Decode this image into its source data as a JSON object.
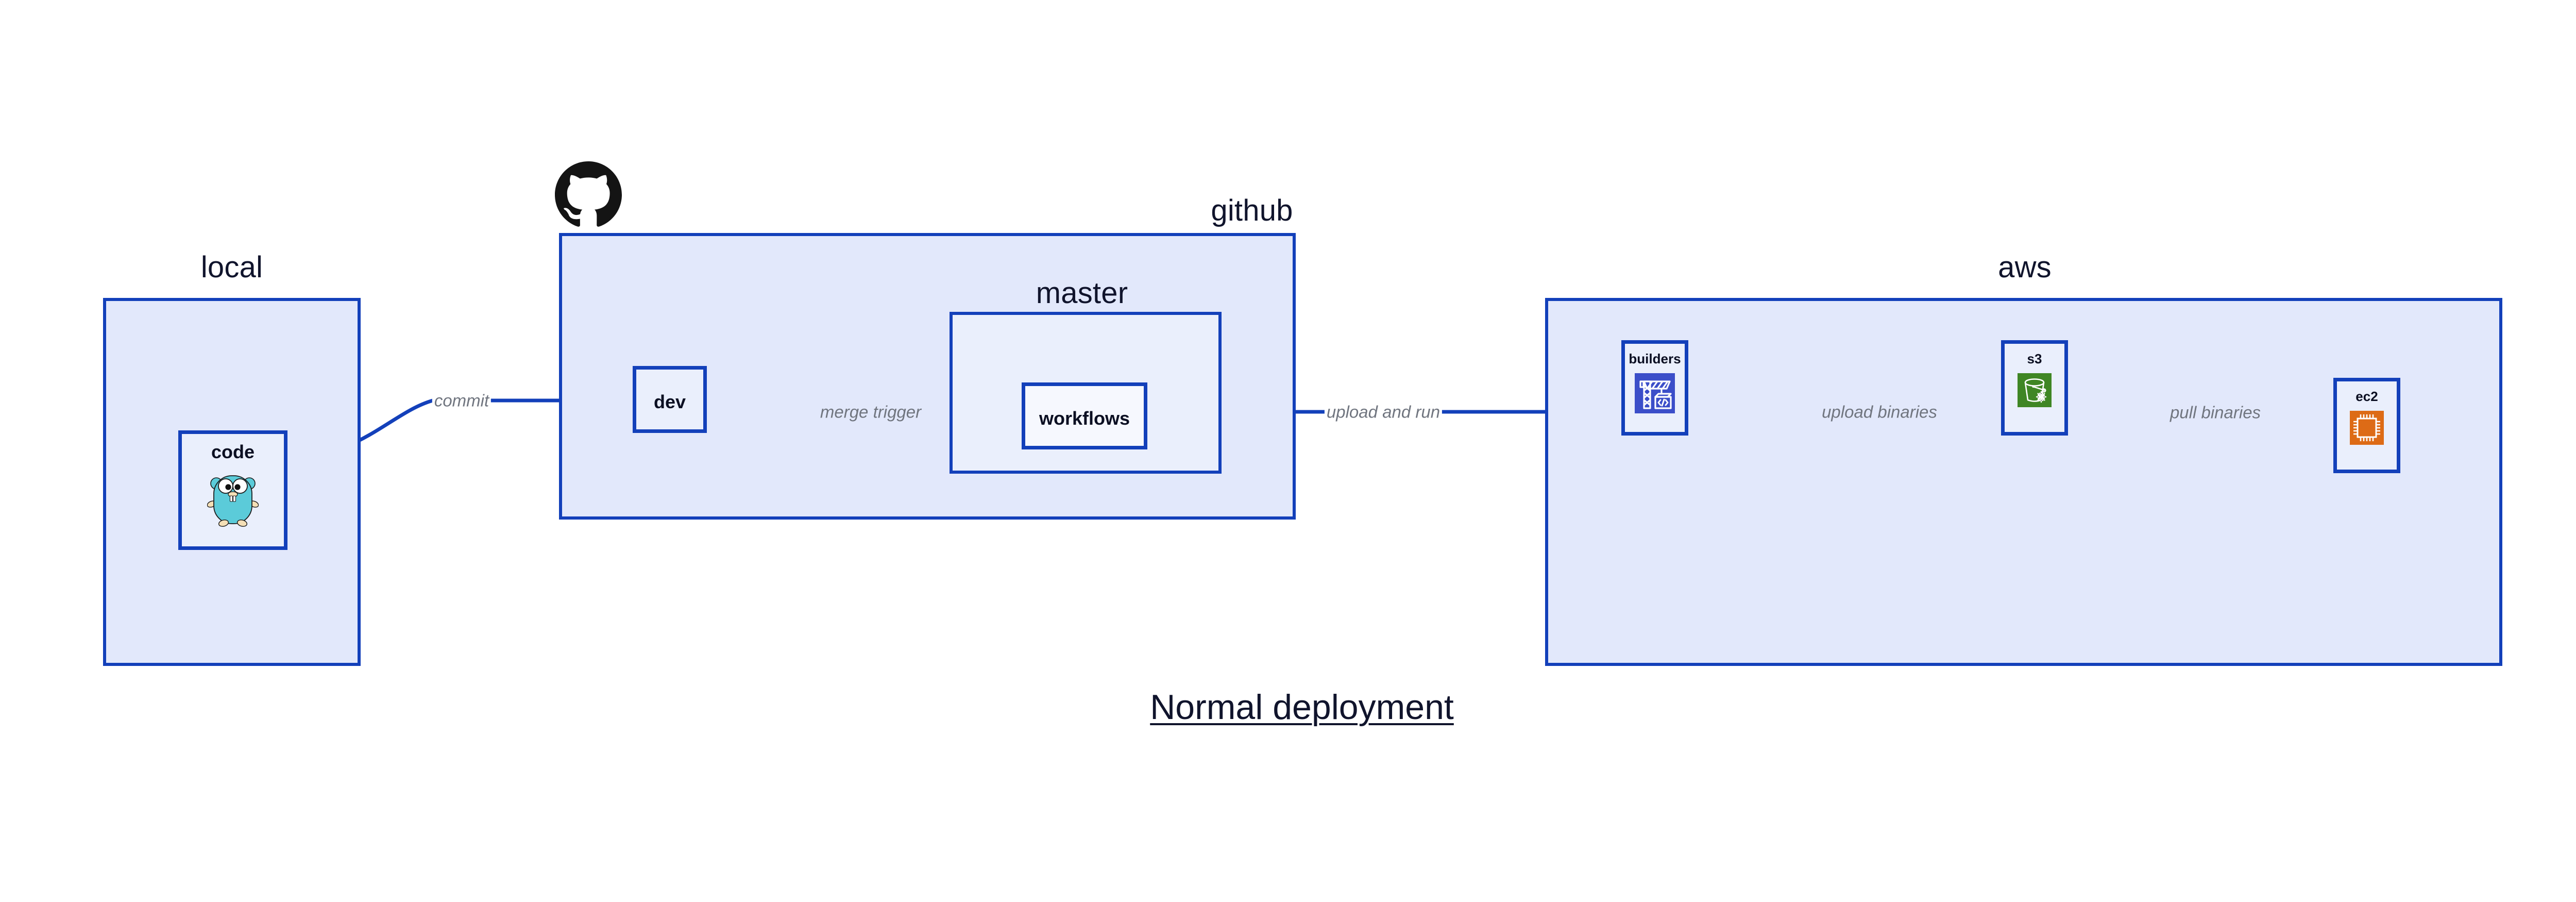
{
  "title": "Normal deployment",
  "theme": {
    "group_fill": "#e2e8fb",
    "group_stroke": "#1340ba",
    "node_fill": "#eaeffc",
    "node_stroke": "#1340ba",
    "edge_stroke": "#1340ba",
    "edge_label_color": "#70757f",
    "text_color": "#10142c",
    "background": "#ffffff",
    "codebuild_icon_bg": "#3b4ec9",
    "s3_icon_bg": "#3f8624",
    "ec2_icon_bg": "#dd6b16",
    "gopher_body": "#5bcbd9"
  },
  "groups": [
    {
      "id": "local",
      "label": "local"
    },
    {
      "id": "github",
      "label": "github"
    },
    {
      "id": "master",
      "label": "master"
    },
    {
      "id": "aws",
      "label": "aws"
    }
  ],
  "nodes": [
    {
      "id": "code",
      "label": "code",
      "icon": "go-gopher-icon",
      "group": "local"
    },
    {
      "id": "dev",
      "label": "dev",
      "icon": null,
      "group": "github"
    },
    {
      "id": "workflows",
      "label": "workflows",
      "icon": null,
      "group": "master"
    },
    {
      "id": "builders",
      "label": "builders",
      "icon": "aws-codebuild-icon",
      "group": "aws"
    },
    {
      "id": "s3",
      "label": "s3",
      "icon": "aws-s3-bucket-icon",
      "group": "aws"
    },
    {
      "id": "ec2",
      "label": "ec2",
      "icon": "aws-ec2-chip-icon",
      "group": "aws"
    }
  ],
  "edges": [
    {
      "id": "commit",
      "from": "code",
      "to": "dev",
      "label": "commit"
    },
    {
      "id": "merge-trigger",
      "from": "dev",
      "to": "workflows",
      "label": "merge trigger"
    },
    {
      "id": "upload-and-run",
      "from": "workflows",
      "to": "builders",
      "label": "upload and run"
    },
    {
      "id": "upload-binaries",
      "from": "builders",
      "to": "s3",
      "label": "upload binaries"
    },
    {
      "id": "pull-binaries",
      "from": "s3",
      "to": "ec2",
      "label": "pull binaries"
    }
  ],
  "brand_marks": [
    {
      "id": "github-mark",
      "name": "github-octocat-icon"
    }
  ]
}
